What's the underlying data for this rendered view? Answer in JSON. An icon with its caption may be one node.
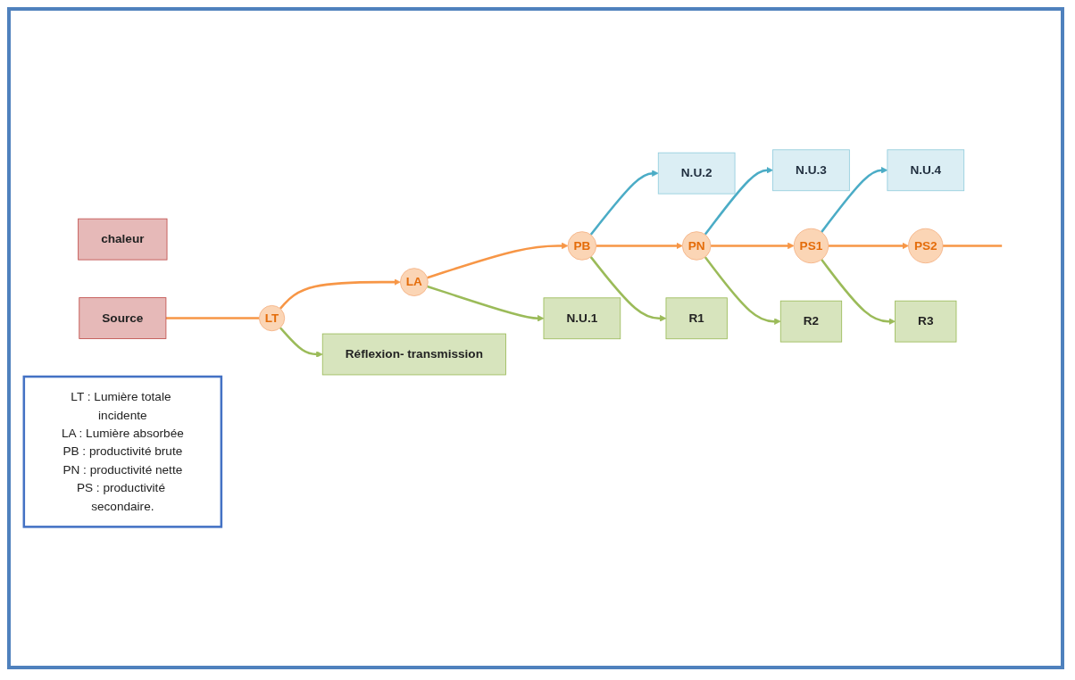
{
  "diagram": {
    "nodes": [
      {
        "text": [
          "chaleur"
        ]
      },
      {
        "text": [
          "N.U.2"
        ]
      },
      {
        "text": [
          "N.U.3"
        ]
      },
      {
        "text": [
          "N.U.4"
        ]
      },
      {
        "text": [
          "LT"
        ]
      },
      {
        "text": [
          "LA"
        ]
      },
      {
        "text": [
          "PB"
        ]
      },
      {
        "text": [
          "PN"
        ]
      },
      {
        "text": [
          "PS1"
        ]
      },
      {
        "text": [
          "PS2"
        ]
      },
      {
        "text": [
          "Source"
        ]
      },
      {
        "text": [
          "Réflexion- transmission"
        ]
      },
      {
        "text": [
          "N.U.1"
        ]
      },
      {
        "text": [
          "R1"
        ]
      },
      {
        "text": [
          "R2"
        ]
      },
      {
        "text": [
          "R3"
        ]
      },
      {
        "text": [
          "LT : Lumière totale incidente",
          "LA : Lumière absorbée",
          "PB : productivité brute",
          "PN : productivité nette",
          "PS : productivité secondaire."
        ]
      }
    ],
    "edges": [
      {
        "from": 10,
        "to": 4,
        "arrow": "none"
      },
      {
        "from": 4,
        "to": 5,
        "arrow": "to"
      },
      {
        "from": 5,
        "to": 6,
        "arrow": "to"
      },
      {
        "from": 6,
        "to": 7,
        "arrow": "to"
      },
      {
        "from": 7,
        "to": 8,
        "arrow": "to"
      },
      {
        "from": 8,
        "to": 9,
        "arrow": "to"
      },
      {
        "from": 9,
        "to": null,
        "arrow": "none"
      },
      {
        "from": 4,
        "to": 11,
        "arrow": "to",
        "color": "#9bbb59"
      },
      {
        "from": 5,
        "to": 12,
        "arrow": "to",
        "color": "#9bbb59"
      },
      {
        "from": 6,
        "to": 1,
        "arrow": "to",
        "color": "#4bacc6"
      },
      {
        "from": 6,
        "to": 13,
        "arrow": "to",
        "color": "#9bbb59"
      },
      {
        "from": 7,
        "to": 2,
        "arrow": "to",
        "color": "#4bacc6"
      },
      {
        "from": 7,
        "to": 14,
        "arrow": "to",
        "color": "#9bbb59"
      },
      {
        "from": 8,
        "to": 3,
        "arrow": "to",
        "color": "#4bacc6"
      },
      {
        "from": 8,
        "to": 15,
        "arrow": "to",
        "color": "#9bbb59"
      }
    ]
  }
}
